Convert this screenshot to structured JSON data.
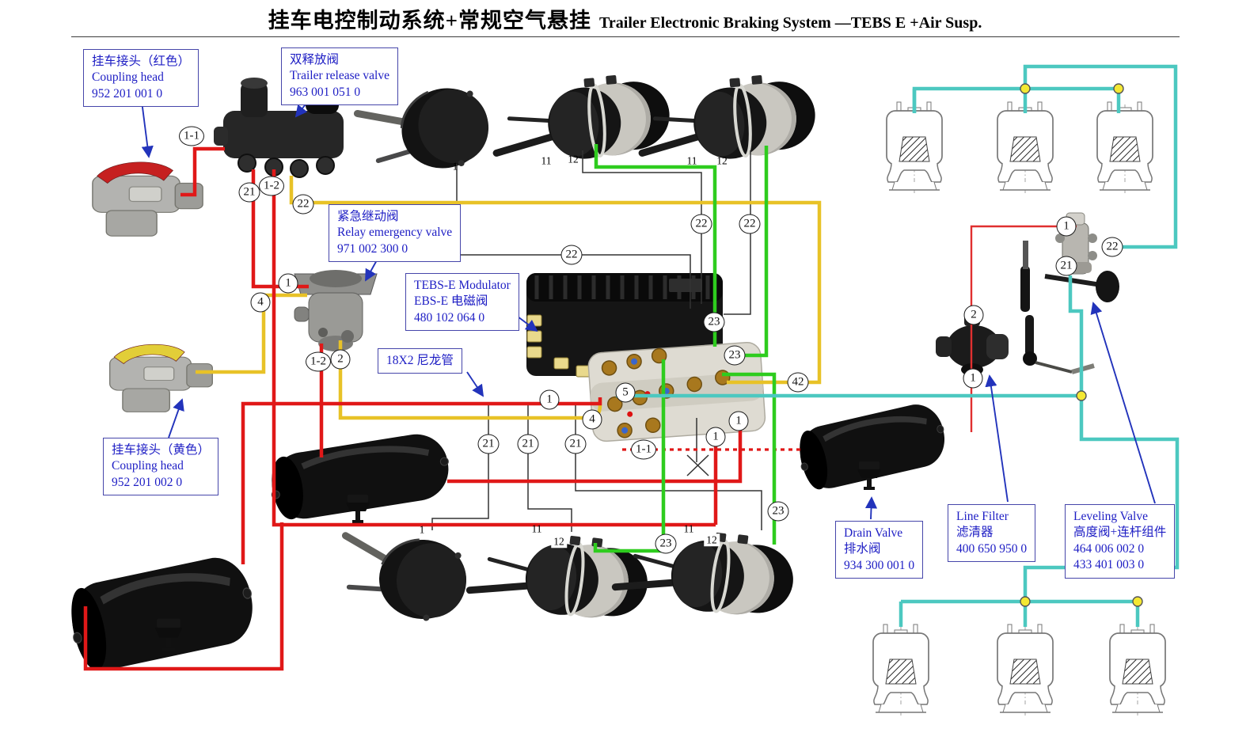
{
  "title": {
    "zh": "挂车电控制动系统+常规空气悬挂",
    "en": "Trailer Electronic Braking System —TEBS E +Air Susp."
  },
  "labels": {
    "coupling_red": {
      "l1": "挂车接头（红色）",
      "l2": "Coupling head",
      "l3": "952 201 001 0"
    },
    "release_valve": {
      "l1": "双释放阀",
      "l2": "Trailer release valve",
      "l3": "963 001 051 0"
    },
    "relay_valve": {
      "l1": "紧急继动阀",
      "l2": "Relay emergency valve",
      "l3": "971 002 300 0"
    },
    "modulator": {
      "l1": "TEBS-E Modulator",
      "l2": "EBS-E 电磁阀",
      "l3": "480 102 064 0"
    },
    "nylon_tube": {
      "l1": "18X2 尼龙管"
    },
    "coupling_yellow": {
      "l1": "挂车接头（黄色）",
      "l2": "Coupling head",
      "l3": "952 201 002 0"
    },
    "drain_valve": {
      "l1": "Drain Valve",
      "l2": "排水阀",
      "l3": "934 300 001 0"
    },
    "line_filter": {
      "l1": "Line Filter",
      "l2": "滤清器",
      "l3": "400 650 950 0"
    },
    "leveling_valve": {
      "l1": "Leveling Valve",
      "l2": "高度阀+连杆组件",
      "l3": "464 006 002 0",
      "l4": "433 401 003 0"
    }
  },
  "badges": [
    {
      "label": "1-1"
    },
    {
      "label": "21"
    },
    {
      "label": "1-2"
    },
    {
      "label": "22"
    },
    {
      "label": "1"
    },
    {
      "label": "4"
    },
    {
      "label": "1-2"
    },
    {
      "label": "2"
    },
    {
      "label": "22"
    },
    {
      "label": "22"
    },
    {
      "label": "22"
    },
    {
      "label": "23"
    },
    {
      "label": "23"
    },
    {
      "label": "42"
    },
    {
      "label": "5"
    },
    {
      "label": "1"
    },
    {
      "label": "4"
    },
    {
      "label": "1"
    },
    {
      "label": "1"
    },
    {
      "label": "1-1"
    },
    {
      "label": "21"
    },
    {
      "label": "21"
    },
    {
      "label": "21"
    },
    {
      "label": "23"
    },
    {
      "label": "23"
    },
    {
      "label": "1"
    },
    {
      "label": "22"
    },
    {
      "label": "21"
    },
    {
      "label": "2"
    },
    {
      "label": "1"
    }
  ],
  "ports": [
    {
      "label": "1"
    },
    {
      "label": "11"
    },
    {
      "label": "12"
    },
    {
      "label": "11"
    },
    {
      "label": "12"
    },
    {
      "label": "1"
    },
    {
      "label": "11"
    },
    {
      "label": "12"
    },
    {
      "label": "11"
    },
    {
      "label": "12"
    }
  ],
  "colors": {
    "supply_red": "#e01818",
    "service_yellow": "#e8c227",
    "spring_green": "#2ecc1e",
    "suspension_teal": "#4cc8c0",
    "label_blue": "#1d1dc4",
    "junction_dot": "#f4e833"
  }
}
